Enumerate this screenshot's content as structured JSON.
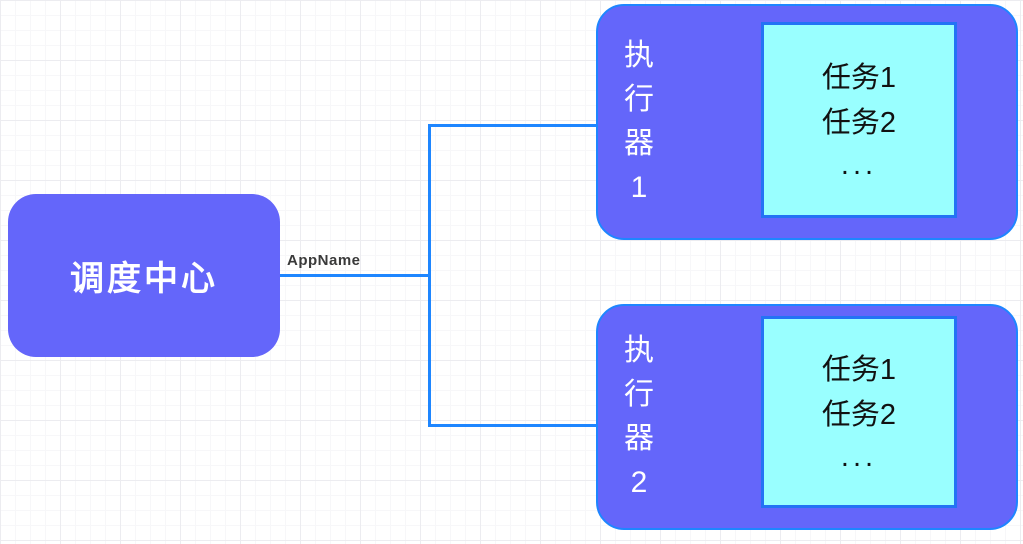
{
  "diagram": {
    "scheduler": {
      "label": "调度中心"
    },
    "connector": {
      "label": "AppName"
    },
    "executor1": {
      "label": "执行器1",
      "tasks": [
        "任务1",
        "任务2",
        "..."
      ]
    },
    "executor2": {
      "label": "执行器2",
      "tasks": [
        "任务1",
        "任务2",
        "..."
      ]
    }
  },
  "colors": {
    "node_fill": "#6466fa",
    "executor_border": "#1e86ff",
    "task_fill": "#99ffff",
    "task_border": "#2373f5",
    "connector_line": "#1e86ff",
    "node_label_text": "#ffffff",
    "task_text": "#111111",
    "connector_label_text": "#3a3a3a",
    "grid_major": "#ececf0",
    "grid_minor": "#f7f7f9",
    "canvas_bg": "#ffffff"
  }
}
